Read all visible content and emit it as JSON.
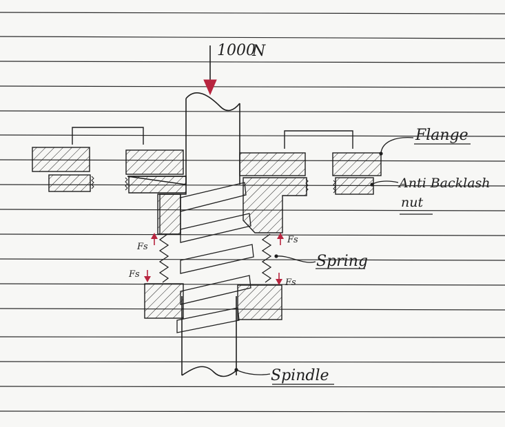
{
  "load": {
    "value": "1000",
    "unit": "N"
  },
  "labels": {
    "flange": "Flange",
    "anti_backlash_nut_line1": "Anti Backlash",
    "anti_backlash_nut_line2": "nut",
    "spring": "Spring",
    "spindle": "Spindle",
    "force_symbol": "Fs"
  },
  "colors": {
    "ink": "#1e1e1e",
    "rule": "#2a2a2a",
    "arrow": "#b8253f",
    "paper": "#f7f7f5"
  }
}
